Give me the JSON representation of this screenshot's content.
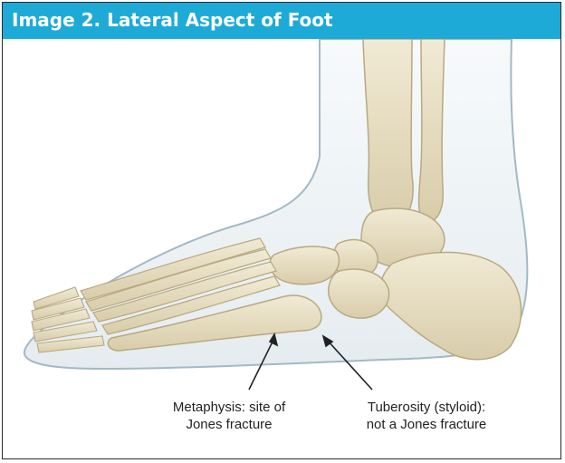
{
  "figure": {
    "title": "Image 2. Lateral Aspect of Foot",
    "colors": {
      "title_bar": "#1eaad6",
      "title_text": "#ffffff",
      "border": "#2a2a2a",
      "bone": "#e6dcc0",
      "skin_outline": "#9fb6c2"
    },
    "annotations": [
      {
        "id": "metaphysis",
        "lines": [
          "Metaphysis: site of",
          "Jones fracture"
        ]
      },
      {
        "id": "tuberosity",
        "lines": [
          "Tuberosity (styloid):",
          "not a Jones fracture"
        ]
      }
    ]
  }
}
